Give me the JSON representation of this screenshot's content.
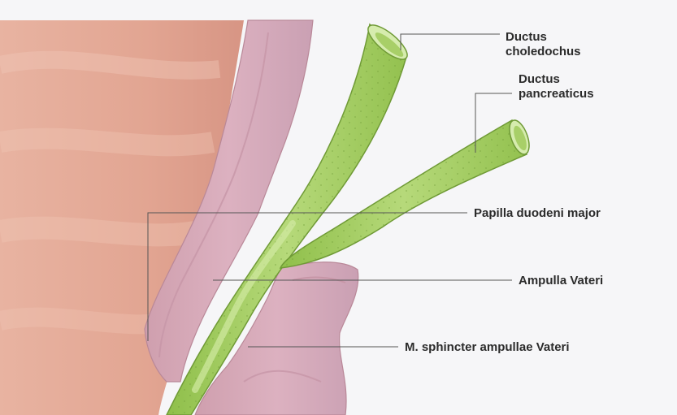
{
  "labels": {
    "ductus_choledochus": [
      "Ductus",
      "choledochus"
    ],
    "ductus_pancreaticus": [
      "Ductus",
      "pancreaticus"
    ],
    "papilla_duodeni_major": "Papilla duodeni major",
    "ampulla_vateri": "Ampulla Vateri",
    "m_sphincter": "M. sphincter ampullae Vateri"
  },
  "colors": {
    "background": "#f6f6f8",
    "duodenal_wall": "#e3a896",
    "mucosa": "#d7aab9",
    "duct_green": "#a9cf6a",
    "duct_lumen": "#c7e494",
    "leader_line": "#555555",
    "label_text": "#2b2b2b"
  }
}
